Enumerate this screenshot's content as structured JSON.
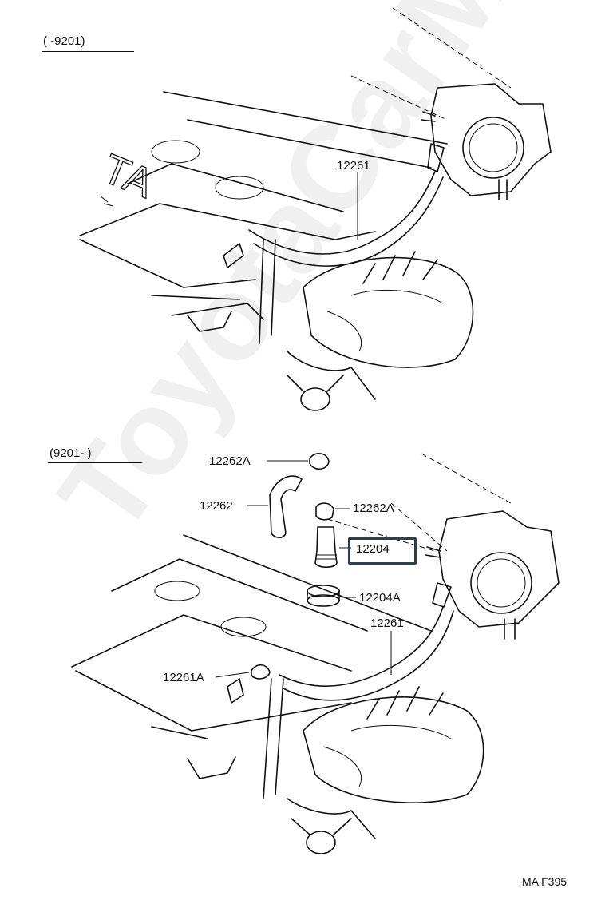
{
  "upper_section": {
    "range": "(      -9201)"
  },
  "lower_section": {
    "range": "(9201-        )"
  },
  "parts": {
    "p12261_upper": "12261",
    "p12262A_top": "12262A",
    "p12262": "12262",
    "p12262A_right": "12262A",
    "p12204": "12204",
    "p12204A": "12204A",
    "p12261_lower": "12261",
    "p12261A": "12261A"
  },
  "footer": {
    "code": "MA  F395"
  },
  "engine_marking": "TA",
  "watermark": "ToyotaCarMine.ru",
  "highlight_color": "#2d3f4d"
}
